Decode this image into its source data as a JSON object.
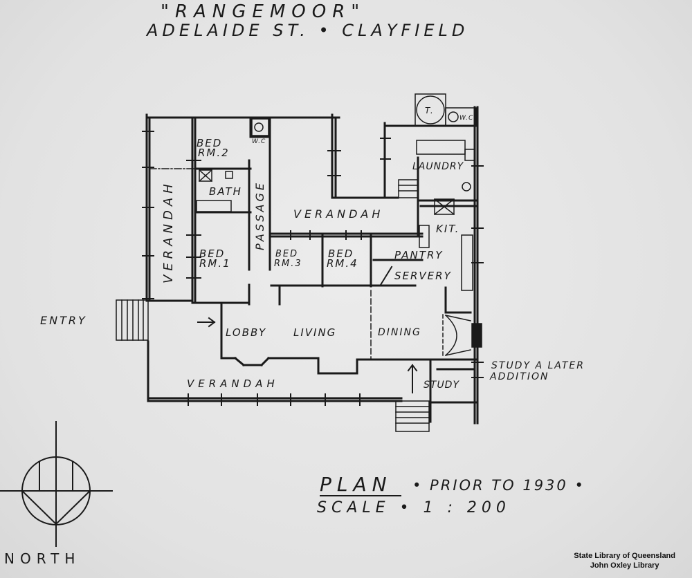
{
  "title": {
    "name": "\"RANGEMOOR\"",
    "address": "ADELAIDE ST. • CLAYFIELD"
  },
  "rooms": {
    "verandah_west": "VERANDAH",
    "bed_rm_2_line1": "BED",
    "bed_rm_2_line2": "RM.2",
    "wc_north": "W.C",
    "bath": "BATH",
    "passage": "PASSAGE",
    "bed_rm_1_line1": "BED",
    "bed_rm_1_line2": "RM.1",
    "verandah_north": "VERANDAH",
    "bed_rm_3_line1": "BED",
    "bed_rm_3_line2": "RM.3",
    "bed_rm_4_line1": "BED",
    "bed_rm_4_line2": "RM.4",
    "tank": "T.",
    "wc_east": "W.C",
    "laundry": "LAUNDRY",
    "kitchen": "KIT.",
    "pantry": "PANTRY",
    "servery": "SERVERY",
    "lobby": "LOBBY",
    "living": "LIVING",
    "dining": "DINING",
    "study": "STUDY",
    "verandah_south": "VERANDAH",
    "entry": "ENTRY"
  },
  "annotations": {
    "study_note_line1": "STUDY A LATER",
    "study_note_line2": "ADDITION"
  },
  "plan_info": {
    "title": "PLAN",
    "subtitle": "• PRIOR TO 1930 •",
    "scale": "SCALE • 1 : 200"
  },
  "compass": {
    "label": "NORTH"
  },
  "credit": {
    "line1": "State Library of Queensland",
    "line2": "John Oxley Library"
  }
}
